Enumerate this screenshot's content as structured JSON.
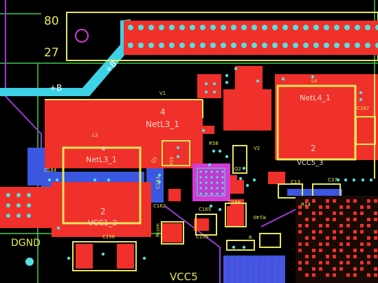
{
  "colors": {
    "background": "#000000",
    "top_copper": "#f0302a",
    "bottom_copper": "#3b57e0",
    "silkscreen": "#e8e85a",
    "trace_cyan": "#3ed2e6",
    "keepout_green": "#3fcf4a",
    "outline_purple": "#9b3dd6",
    "via_cyan": "#55e0e0"
  },
  "header": {
    "pin_first": "80",
    "pin_last": "27"
  },
  "nets": {
    "plus_b_1": "+B",
    "plus_b_2": "+B",
    "dgnd": "DGND",
    "vcc5_bottom": "VCC5",
    "vcc1_2": "VCC1_2",
    "vcc5_partial": "VCC5_3"
  },
  "inductors": {
    "l3_ref": "L3",
    "l3_pad_top_num": "4",
    "l3_pad_top_net": "NetL3_1",
    "l3_pad_mid_num": "4",
    "l3_pad_mid_net": "NetL3_1",
    "l3_pad_bottom_num": "2",
    "l4_ref": "L4",
    "l4_pad_top_net": "NetL4_1",
    "l4_pad_bottom_num": "2"
  },
  "refdes": {
    "v1": "V1",
    "v2": "V2",
    "q1": "Q1",
    "q2": "Q2",
    "r58": "R58",
    "r59": "R59",
    "c164": "C164",
    "c163": "C163",
    "c162": "C162",
    "c156": "C156",
    "c159": "C159",
    "c165": "C165",
    "c166": "C166",
    "c167": "C167",
    "c13": "C13",
    "c37": "C37",
    "r14": "R14",
    "r140": "R140",
    "rcom": "Rcom",
    "r": "R"
  }
}
